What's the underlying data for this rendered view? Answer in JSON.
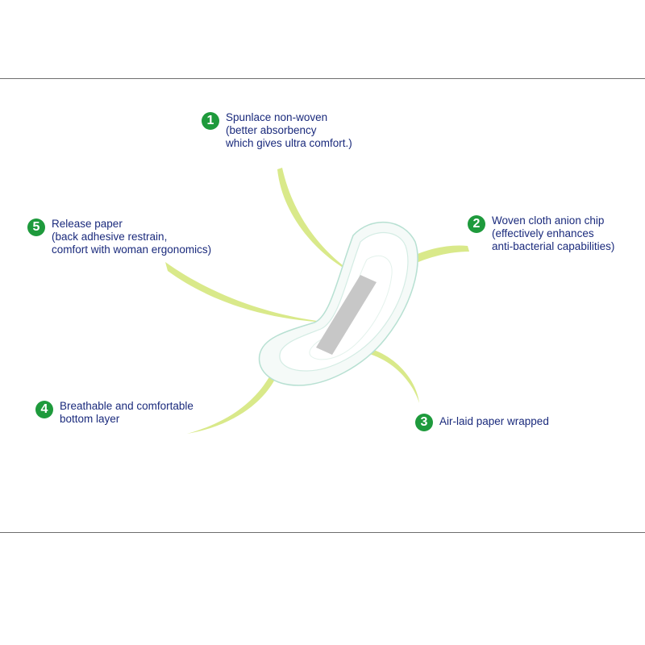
{
  "colors": {
    "badge": "#1e9a3c",
    "text": "#1a2a7c",
    "leader": "#d9e98a",
    "pad_outline": "#b7e0d2",
    "chip": "#c7c7c7",
    "rule": "#6e6e6e"
  },
  "callouts": [
    {
      "number": "1",
      "lines": [
        "Spunlace non-woven",
        "(better absorbency",
        "which gives ultra comfort.)"
      ]
    },
    {
      "number": "2",
      "lines": [
        "Woven cloth anion chip",
        "(effectively  enhances",
        "anti-bacterial capabilities)"
      ]
    },
    {
      "number": "3",
      "lines": [
        "Air-laid paper wrapped"
      ]
    },
    {
      "number": "4",
      "lines": [
        "Breathable and comfortable",
        "bottom layer"
      ]
    },
    {
      "number": "5",
      "lines": [
        "Release paper",
        "(back adhesive restrain,",
        "comfort with woman ergonomics)"
      ]
    }
  ]
}
